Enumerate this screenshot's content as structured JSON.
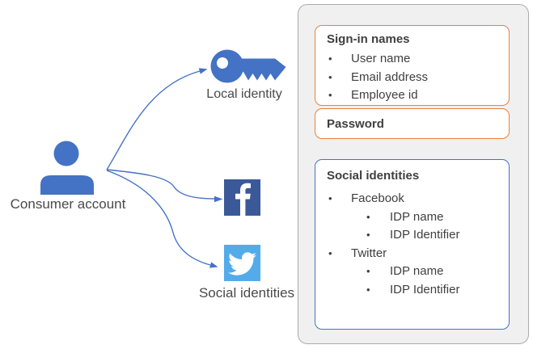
{
  "colors": {
    "accent-blue": "#4472C4",
    "facebook-blue": "#3B5998",
    "twitter-blue": "#53ABEA",
    "orange-border": "#E8813C",
    "panel-bg": "#F0F0F0",
    "panel-border": "#ABABAB",
    "text": "#404040"
  },
  "glyphs": {
    "bullet": "•"
  },
  "diagram": {
    "consumer_account_label": "Consumer account",
    "local_identity_label": "Local identity",
    "social_identities_label": "Social identities",
    "icons": {
      "person": "person-icon",
      "key": "key-icon",
      "facebook": "facebook-icon",
      "twitter": "twitter-icon"
    }
  },
  "panel": {
    "signin_box": {
      "title": "Sign-in names",
      "items": [
        "User name",
        "Email address",
        "Employee id"
      ]
    },
    "password_box": {
      "title": "Password"
    },
    "social_box": {
      "title": "Social identities",
      "providers": [
        {
          "name": "Facebook",
          "attributes": [
            "IDP name",
            "IDP Identifier"
          ]
        },
        {
          "name": "Twitter",
          "attributes": [
            "IDP name",
            "IDP Identifier"
          ]
        }
      ]
    }
  }
}
